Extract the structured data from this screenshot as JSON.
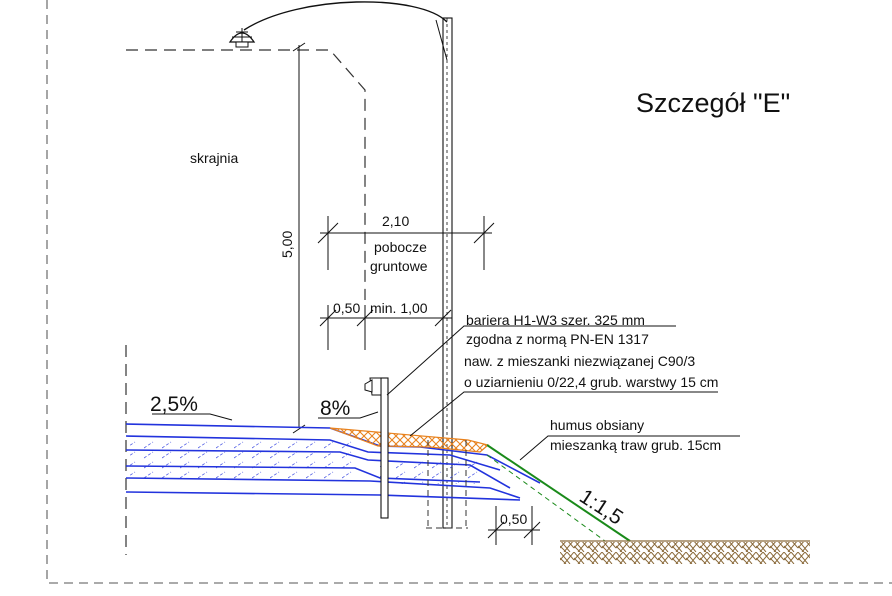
{
  "title": "Szczegół \"E\"",
  "labels": {
    "clearance": "skrajnia",
    "height_dim": "5,00",
    "shoulder_width": "2,10",
    "shoulder_line1": "pobocze",
    "shoulder_line2": "gruntowe",
    "offset_dim": "0,50",
    "min_dim": "min. 1,00",
    "barrier_line1": "bariera H1-W3 szer. 325 mm",
    "barrier_line2": "zgodna z normą PN-EN 1317",
    "surface_line1": "naw. z mieszanki niezwiązanej C90/3",
    "surface_line2": "o uziarnieniu 0/22,4 grub. warstwy  15 cm",
    "humus_line1": "humus obsiany",
    "humus_line2": "mieszanką traw grub. 15cm",
    "slope_road": "2,5%",
    "slope_shoulder": "8%",
    "slope_embankment": "1:1,5",
    "bottom_dim": "0,50"
  },
  "colors": {
    "pavement_layers": "#2233dd",
    "shoulder_hatch": "#e8821e",
    "humus_slope": "#1a8a1a",
    "soil_hatch": "#8a6a3a",
    "text": "#111111"
  },
  "icons": {
    "lamp": "street-lamp-icon"
  }
}
